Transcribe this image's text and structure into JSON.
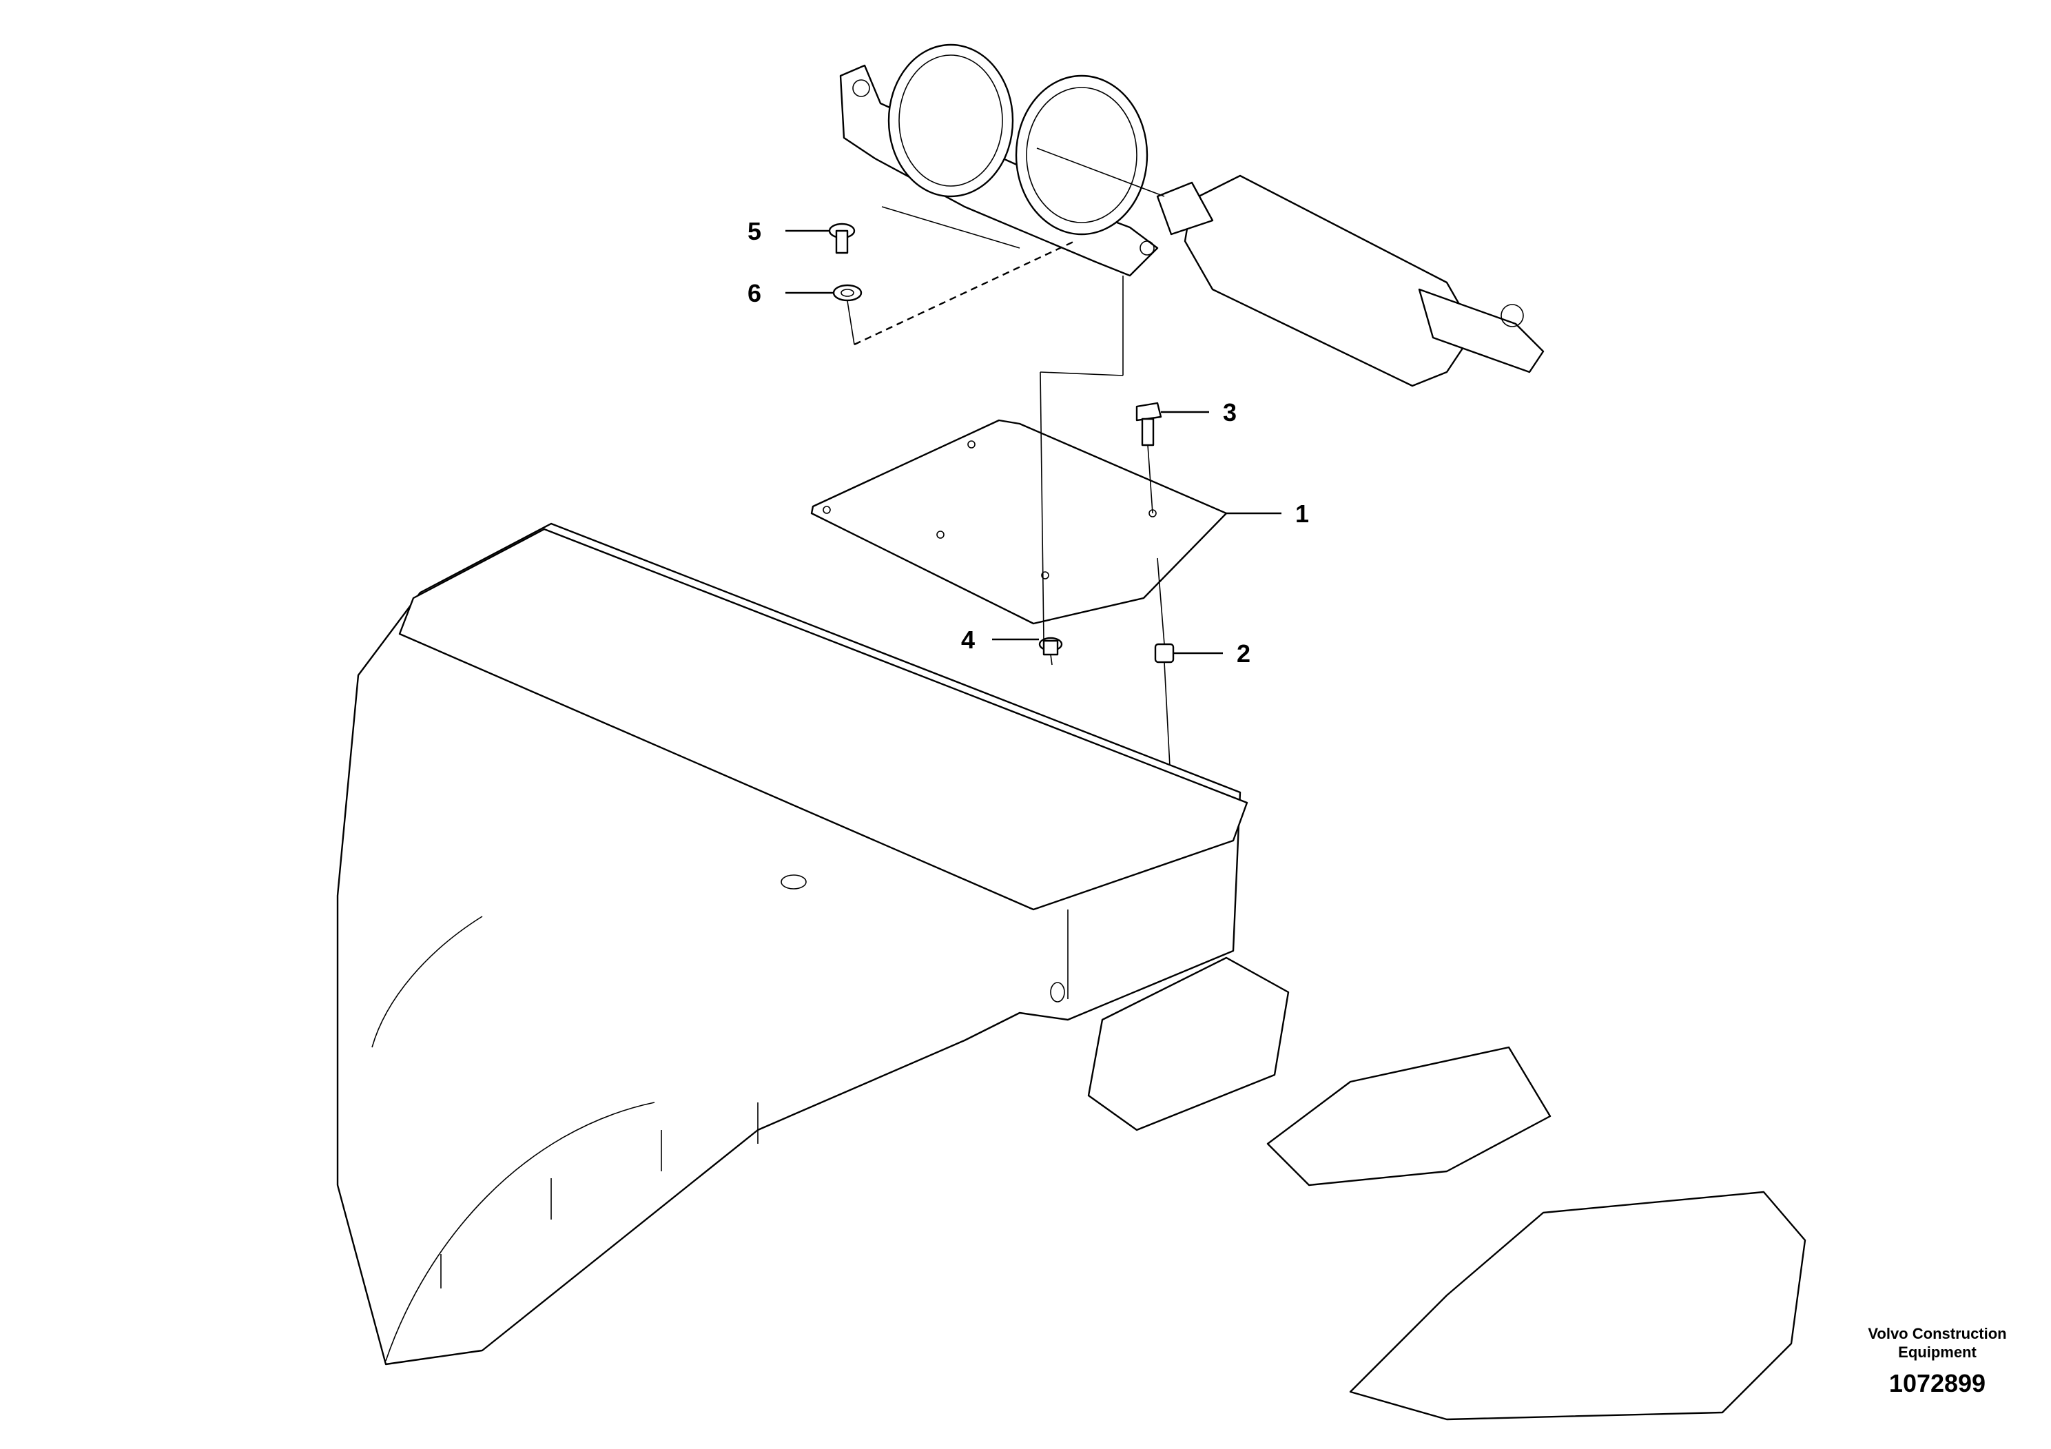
{
  "callouts": [
    {
      "id": "1",
      "label": "1"
    },
    {
      "id": "2",
      "label": "2"
    },
    {
      "id": "3",
      "label": "3"
    },
    {
      "id": "4",
      "label": "4"
    },
    {
      "id": "5",
      "label": "5"
    },
    {
      "id": "6",
      "label": "6"
    }
  ],
  "footer": {
    "brand_line1": "Volvo Construction",
    "brand_line2": "Equipment",
    "drawing_number": "1072899"
  }
}
